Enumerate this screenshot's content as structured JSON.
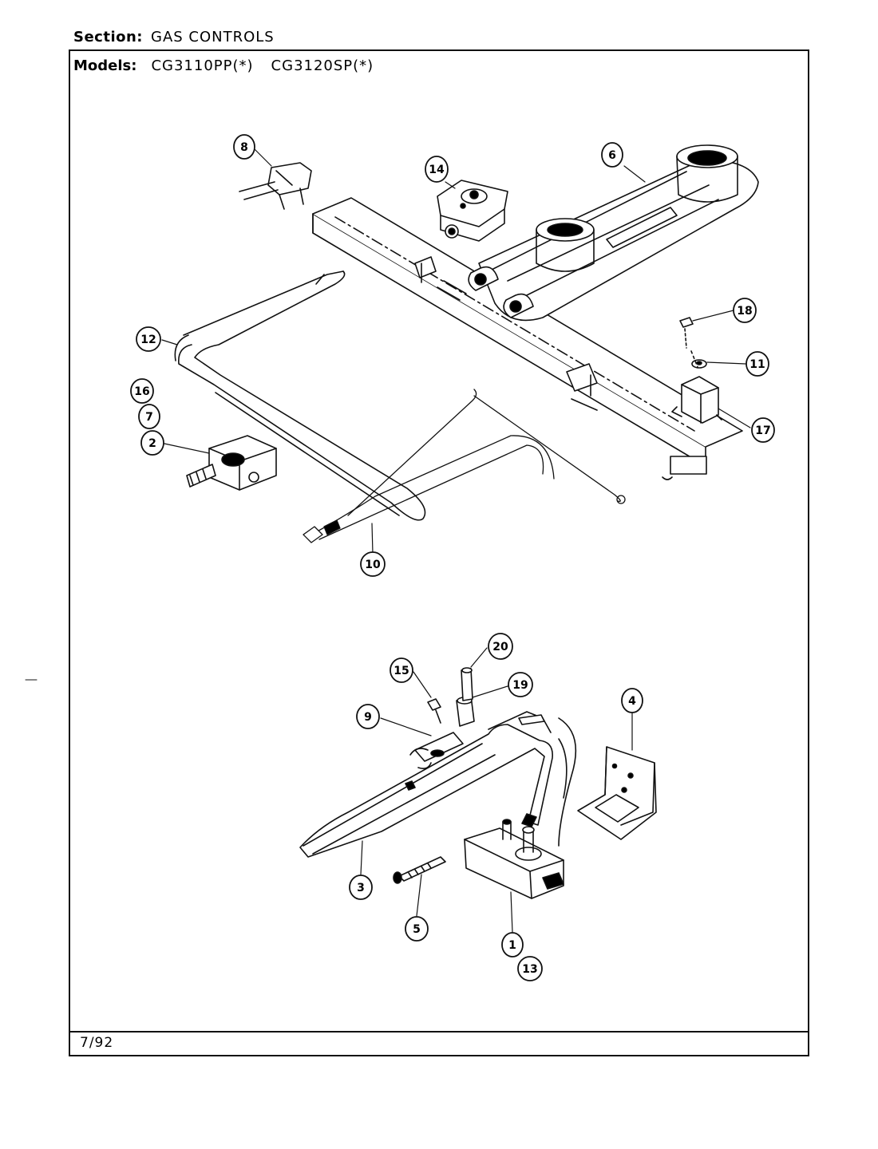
{
  "header": {
    "section_label": "Section:",
    "section_value": "GAS CONTROLS",
    "models_label": "Models:",
    "model_1": "CG3110PP(*)",
    "model_2": "CG3120SP(*)"
  },
  "footer": {
    "date_code": "7/92"
  },
  "callouts": {
    "c1": "1",
    "c2": "2",
    "c3": "3",
    "c4": "4",
    "c5": "5",
    "c6": "6",
    "c7": "7",
    "c8": "8",
    "c9": "9",
    "c10": "10",
    "c11": "11",
    "c12": "12",
    "c13": "13",
    "c14": "14",
    "c15": "15",
    "c16": "16",
    "c17": "17",
    "c18": "18",
    "c19": "19",
    "c20": "20"
  }
}
